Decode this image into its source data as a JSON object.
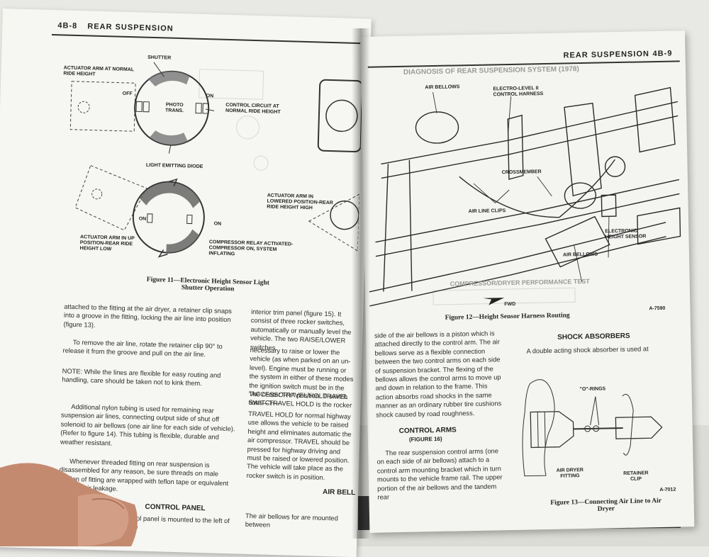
{
  "left_page": {
    "page_number": "4B-8",
    "section_title": "REAR SUSPENSION",
    "figure11": {
      "labels": {
        "shutter": "SHUTTER",
        "actuator_normal": "ACTUATOR ARM AT NORMAL RIDE HEIGHT",
        "off": "OFF",
        "on": "ON",
        "photo_trans": "PHOTO TRANS.",
        "control_circuit": "CONTROL CIRCUIT AT NORMAL RIDE HEIGHT",
        "led": "LIGHT EMITTING DIODE",
        "actuator_lowered": "ACTUATOR ARM IN LOWERED POSITION-REAR RIDE HEIGHT HIGH",
        "actuator_up": "ACTUATOR ARM IN UP POSITION-REAR RIDE HEIGHT LOW",
        "compressor_relay": "COMPRESSOR RELAY ACTIVATED-COMPRESSOR ON, SYSTEM INFLATING"
      },
      "caption_line1": "Figure 11—Electronic Height Sensor Light",
      "caption_line2": "Shutter Operation"
    },
    "col1": [
      "attached to the fitting at the air dryer, a retainer clip snaps into a groove in the fitting, locking the air line into position (figure 13).",
      "To remove the air line, rotate the retainer clip 90° to release it from the groove and pull on the air line.",
      "NOTE: While the lines are flexible for easy routing and handling, care should be taken not to kink them.",
      "Additional nylon tubing is used for remaining rear suspension air lines, connecting output side of shut off solenoid to air bellows (one air line for each side of vehicle). (Refer to figure 14). This tubing is flexible, durable and weather resistant.",
      "Whenever threaded fitting on rear suspension is disassembled for any reason, be sure threads on male portion of fitting are wrapped with teflon tape or equivalent to avoid air leakage."
    ],
    "control_panel_heading": "CONTROL PANEL",
    "control_panel_text": "The Electro-Level control panel is mounted to the left of the driver's seat, in the side",
    "col2": [
      "interior trim panel (figure 15). It consist of three rocker switches, automatically or manually level the vehicle. The two RAISE/LOWER switches",
      "necessary to raise or lower the vehicle (as when parked on an un-level). Engine must be running or the system in either of these modes the ignition switch must be in the \"ACCESSORY\" position. TRAVEL SWITCH—",
      "The center TRAVEL/HOLD switch tions—TRAVEL HOLD is the rocker",
      "TRAVEL HOLD for normal highway use allows the vehicle to be raised height and eliminates automatic the air compressor. TRAVEL should be pressed for highway driving and must be raised or lowered position. The vehicle will take place as the rocker switch is in position."
    ],
    "air_heading": "AIR BELL",
    "air_text": "The air bellows for are mounted between"
  },
  "right_page": {
    "section_title": "REAR SUSPENSION",
    "page_number": "4B-9",
    "ghost_heading": "DIAGNOSIS OF REAR SUSPENSION SYSTEM (1978)",
    "figure12": {
      "labels": {
        "air_bellows_top": "AIR BELLOWS",
        "control_harness": "ELECTRO-LEVEL II CONTROL HARNESS",
        "crossmember": "CROSSMEMBER",
        "air_line_clips": "AIR LINE CLIPS",
        "sensor": "ELECTRONIC HEIGHT SENSOR",
        "air_bellows_bottom": "AIR BELLOWS",
        "fwd": "FWD",
        "code": "A-7590"
      },
      "caption": "Figure 12—Height Sensor Harness Routing"
    },
    "ghost_test_heading": "COMPRESSOR/DRYER PERFORMANCE TEST",
    "col1": "side of the air bellows is a piston which is attached directly to the control arm. The air bellows serve as a flexible connection between the two control arms on each side of suspension bracket. The flexing of the bellows allows the control arms to move up and down in relation to the frame. This action absorbs road shocks in the same manner as an ordinary rubber tire cushions shock caused by road roughness.",
    "control_arms_heading": "CONTROL ARMS",
    "control_arms_sub": "(FIGURE 16)",
    "control_arms_text": "The rear suspension control arms (one on each side of air bellows) attach to a control arm mounting bracket which in turn mounts to the vehicle frame rail. The upper portion of the air bellows and the tandem rear",
    "shock_heading": "SHOCK ABSORBERS",
    "shock_text": "A double acting shock absorber is used at",
    "figure13": {
      "labels": {
        "orings": "\"O\"-RINGS",
        "fitting": "AIR DRYER FITTING",
        "clip": "RETAINER CLIP",
        "code": "A-7012"
      },
      "caption_line1": "Figure 13—Connecting Air Line to Air",
      "caption_line2": "Dryer"
    }
  },
  "colors": {
    "background": "#e8e9e4",
    "paper": "#f5f5f1",
    "ink": "#2a2a2a",
    "skin": "#c98f76",
    "binder": "#1c1c1c"
  }
}
